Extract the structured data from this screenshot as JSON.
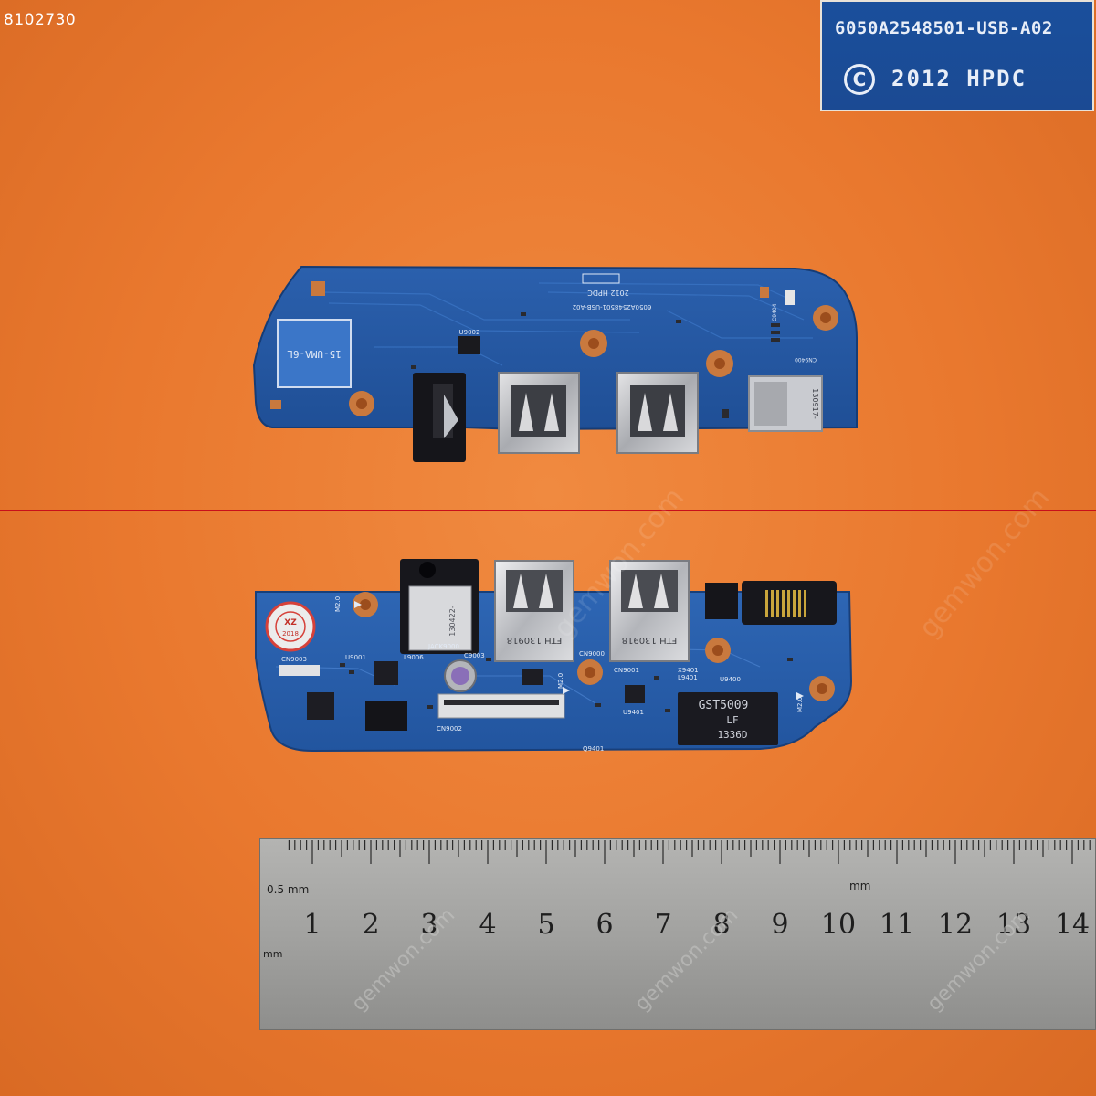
{
  "sku": "8102730",
  "inset": {
    "part_number": "6050A2548501-USB-A02",
    "copyright_symbol": "C",
    "copyright_text": "2012 HPDC"
  },
  "board_top": {
    "label_left": "15-UMA-6L",
    "silk_part": "6050A2548501-USB-A02",
    "silk_copy": "2012 HPDC",
    "ref_u9002": "U9002",
    "ref_cn9400": "CN9400",
    "ref_c9404": "C9404",
    "conn_code": "130917-"
  },
  "board_bottom": {
    "jack_code": "130422-",
    "jack_ref": "JACK9000",
    "usb_code_1": "FTH 130918",
    "usb_code_2": "FTH 130918",
    "chip_line1": "GST5009",
    "chip_line2": "LF",
    "chip_line3": "1336D",
    "ref_cn9000": "CN9000",
    "ref_cn9001": "CN9001",
    "ref_cn9002": "CN9002",
    "ref_cn9003": "CN9003",
    "ref_u9001": "U9001",
    "ref_u9400": "U9400",
    "ref_u9401": "U9401",
    "ref_l9006": "L9006",
    "ref_c9003": "C9003",
    "ref_x9401": "X9401",
    "ref_l9401": "L9401",
    "ref_q9401": "Q9401",
    "mark_m2": "M2.0",
    "sticker_top": "XZ",
    "sticker_year": "2018"
  },
  "ruler": {
    "mm_half": "0.5 mm",
    "mm_label": "mm",
    "numbers": [
      "1",
      "2",
      "3",
      "4",
      "5",
      "6",
      "7",
      "8",
      "9",
      "10",
      "11",
      "12",
      "13",
      "14"
    ]
  },
  "watermark": "gemwon.com"
}
